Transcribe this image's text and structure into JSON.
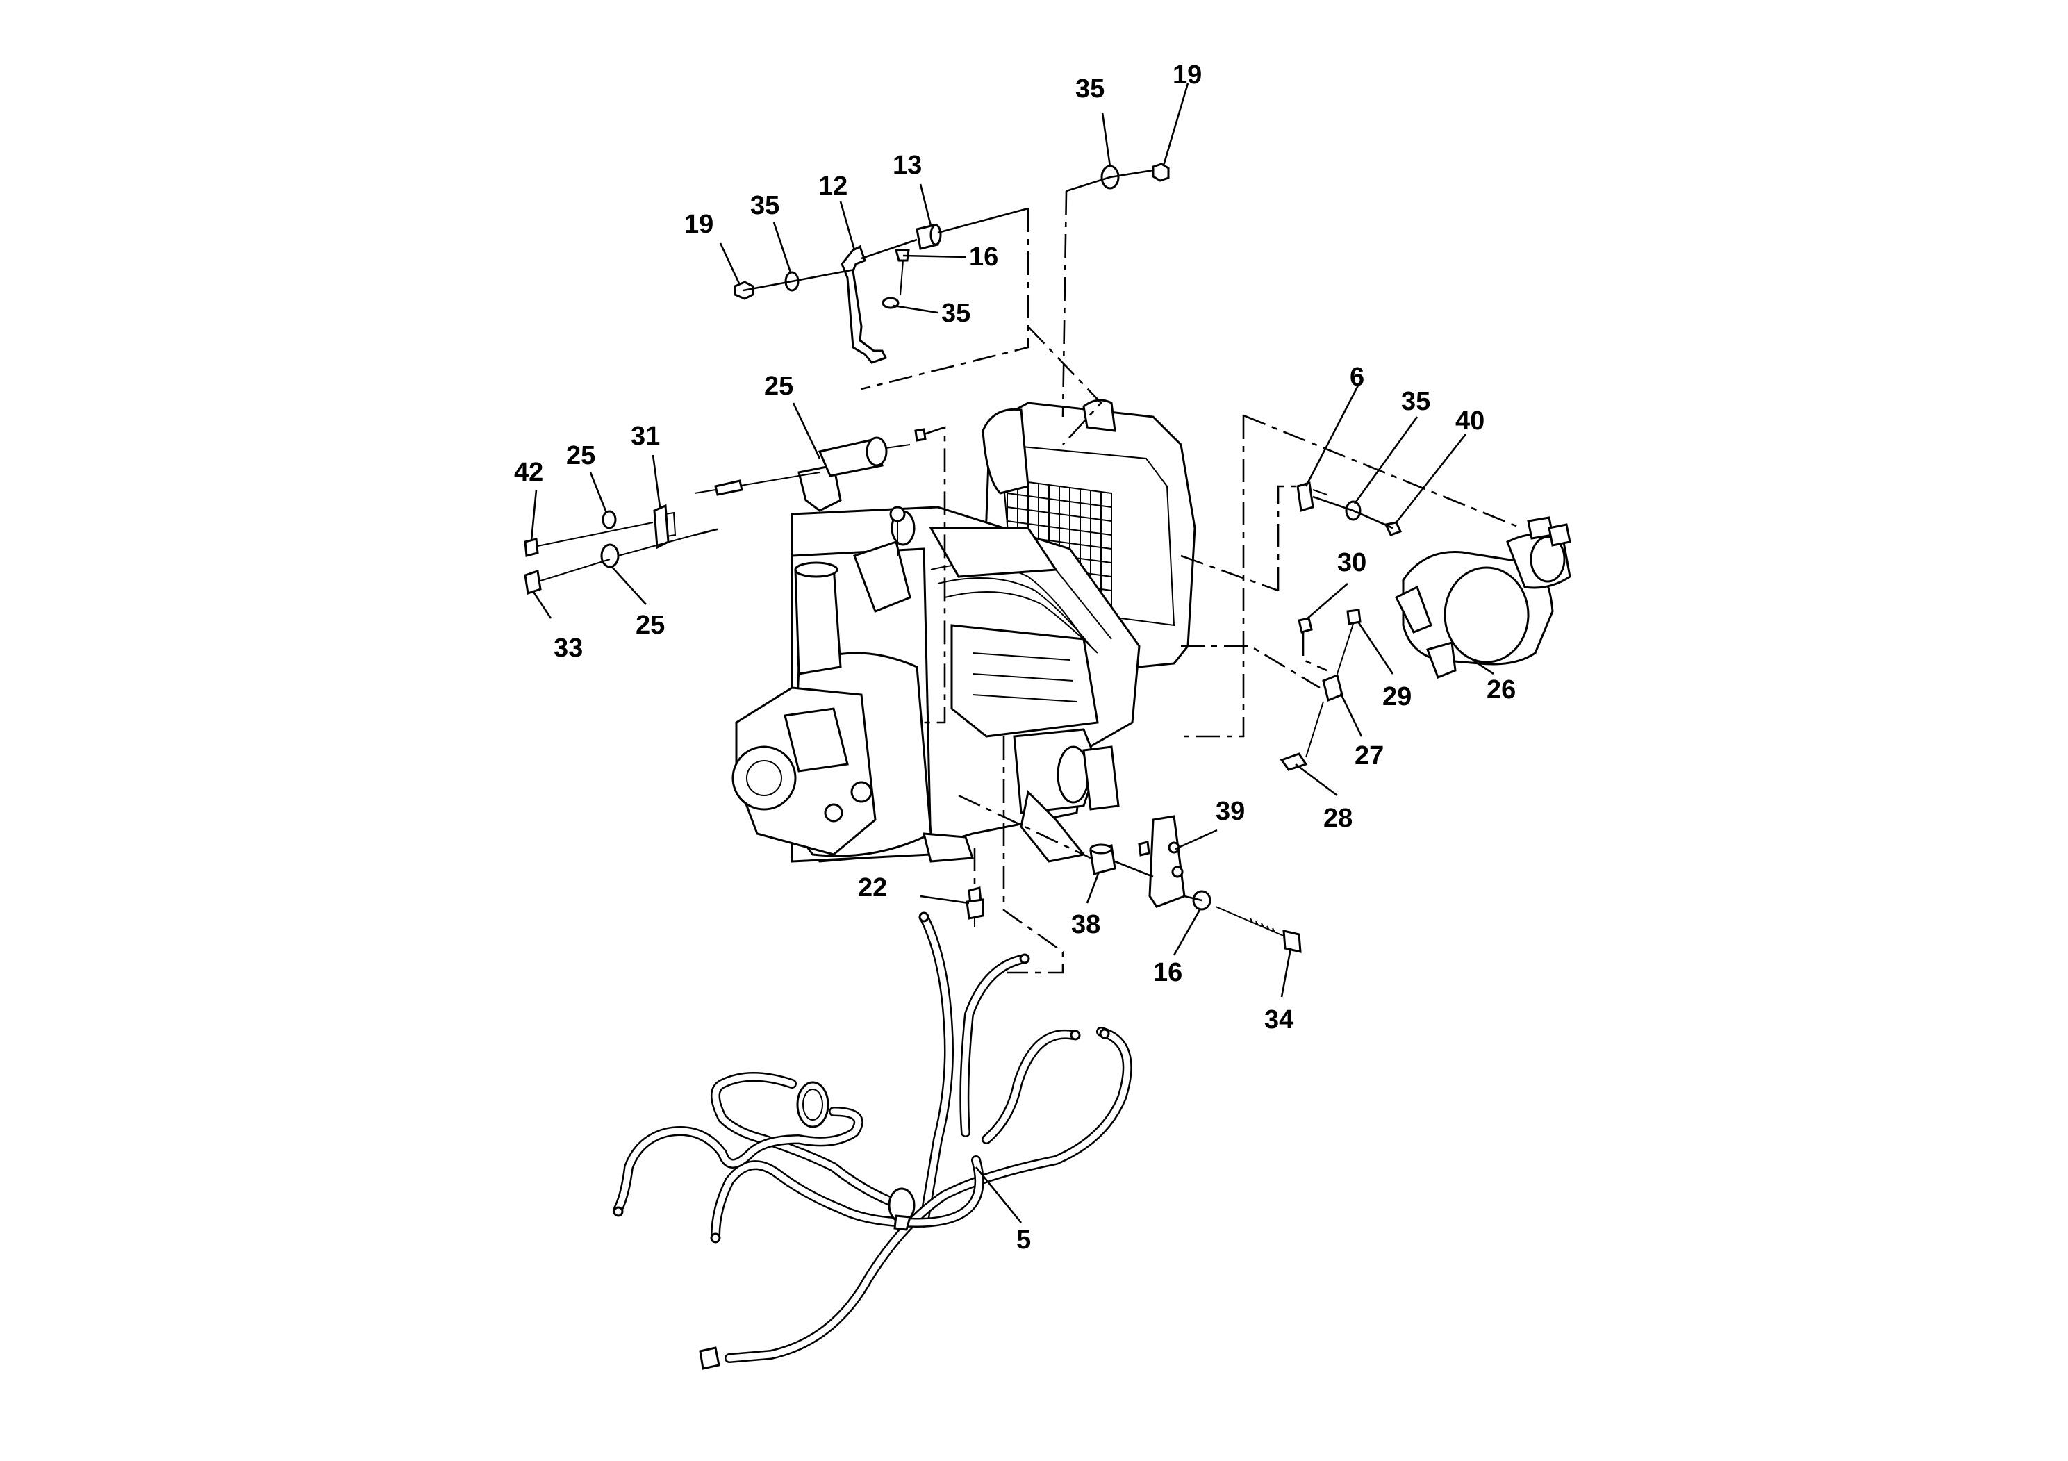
{
  "diagram": {
    "callouts": [
      {
        "id": "c-35-top",
        "label": "35"
      },
      {
        "id": "c-19-top",
        "label": "19"
      },
      {
        "id": "c-13",
        "label": "13"
      },
      {
        "id": "c-12",
        "label": "12"
      },
      {
        "id": "c-35-left",
        "label": "35"
      },
      {
        "id": "c-19-left",
        "label": "19"
      },
      {
        "id": "c-16-top",
        "label": "16"
      },
      {
        "id": "c-35-mid",
        "label": "35"
      },
      {
        "id": "c-25-top",
        "label": "25"
      },
      {
        "id": "c-31",
        "label": "31"
      },
      {
        "id": "c-25-left",
        "label": "25"
      },
      {
        "id": "c-42",
        "label": "42"
      },
      {
        "id": "c-33",
        "label": "33"
      },
      {
        "id": "c-25-bottom",
        "label": "25"
      },
      {
        "id": "c-6",
        "label": "6"
      },
      {
        "id": "c-35-right",
        "label": "35"
      },
      {
        "id": "c-40",
        "label": "40"
      },
      {
        "id": "c-30",
        "label": "30"
      },
      {
        "id": "c-29",
        "label": "29"
      },
      {
        "id": "c-26",
        "label": "26"
      },
      {
        "id": "c-27",
        "label": "27"
      },
      {
        "id": "c-28",
        "label": "28"
      },
      {
        "id": "c-39",
        "label": "39"
      },
      {
        "id": "c-22",
        "label": "22"
      },
      {
        "id": "c-38",
        "label": "38"
      },
      {
        "id": "c-16-bottom",
        "label": "16"
      },
      {
        "id": "c-34",
        "label": "34"
      },
      {
        "id": "c-5",
        "label": "5"
      }
    ]
  }
}
